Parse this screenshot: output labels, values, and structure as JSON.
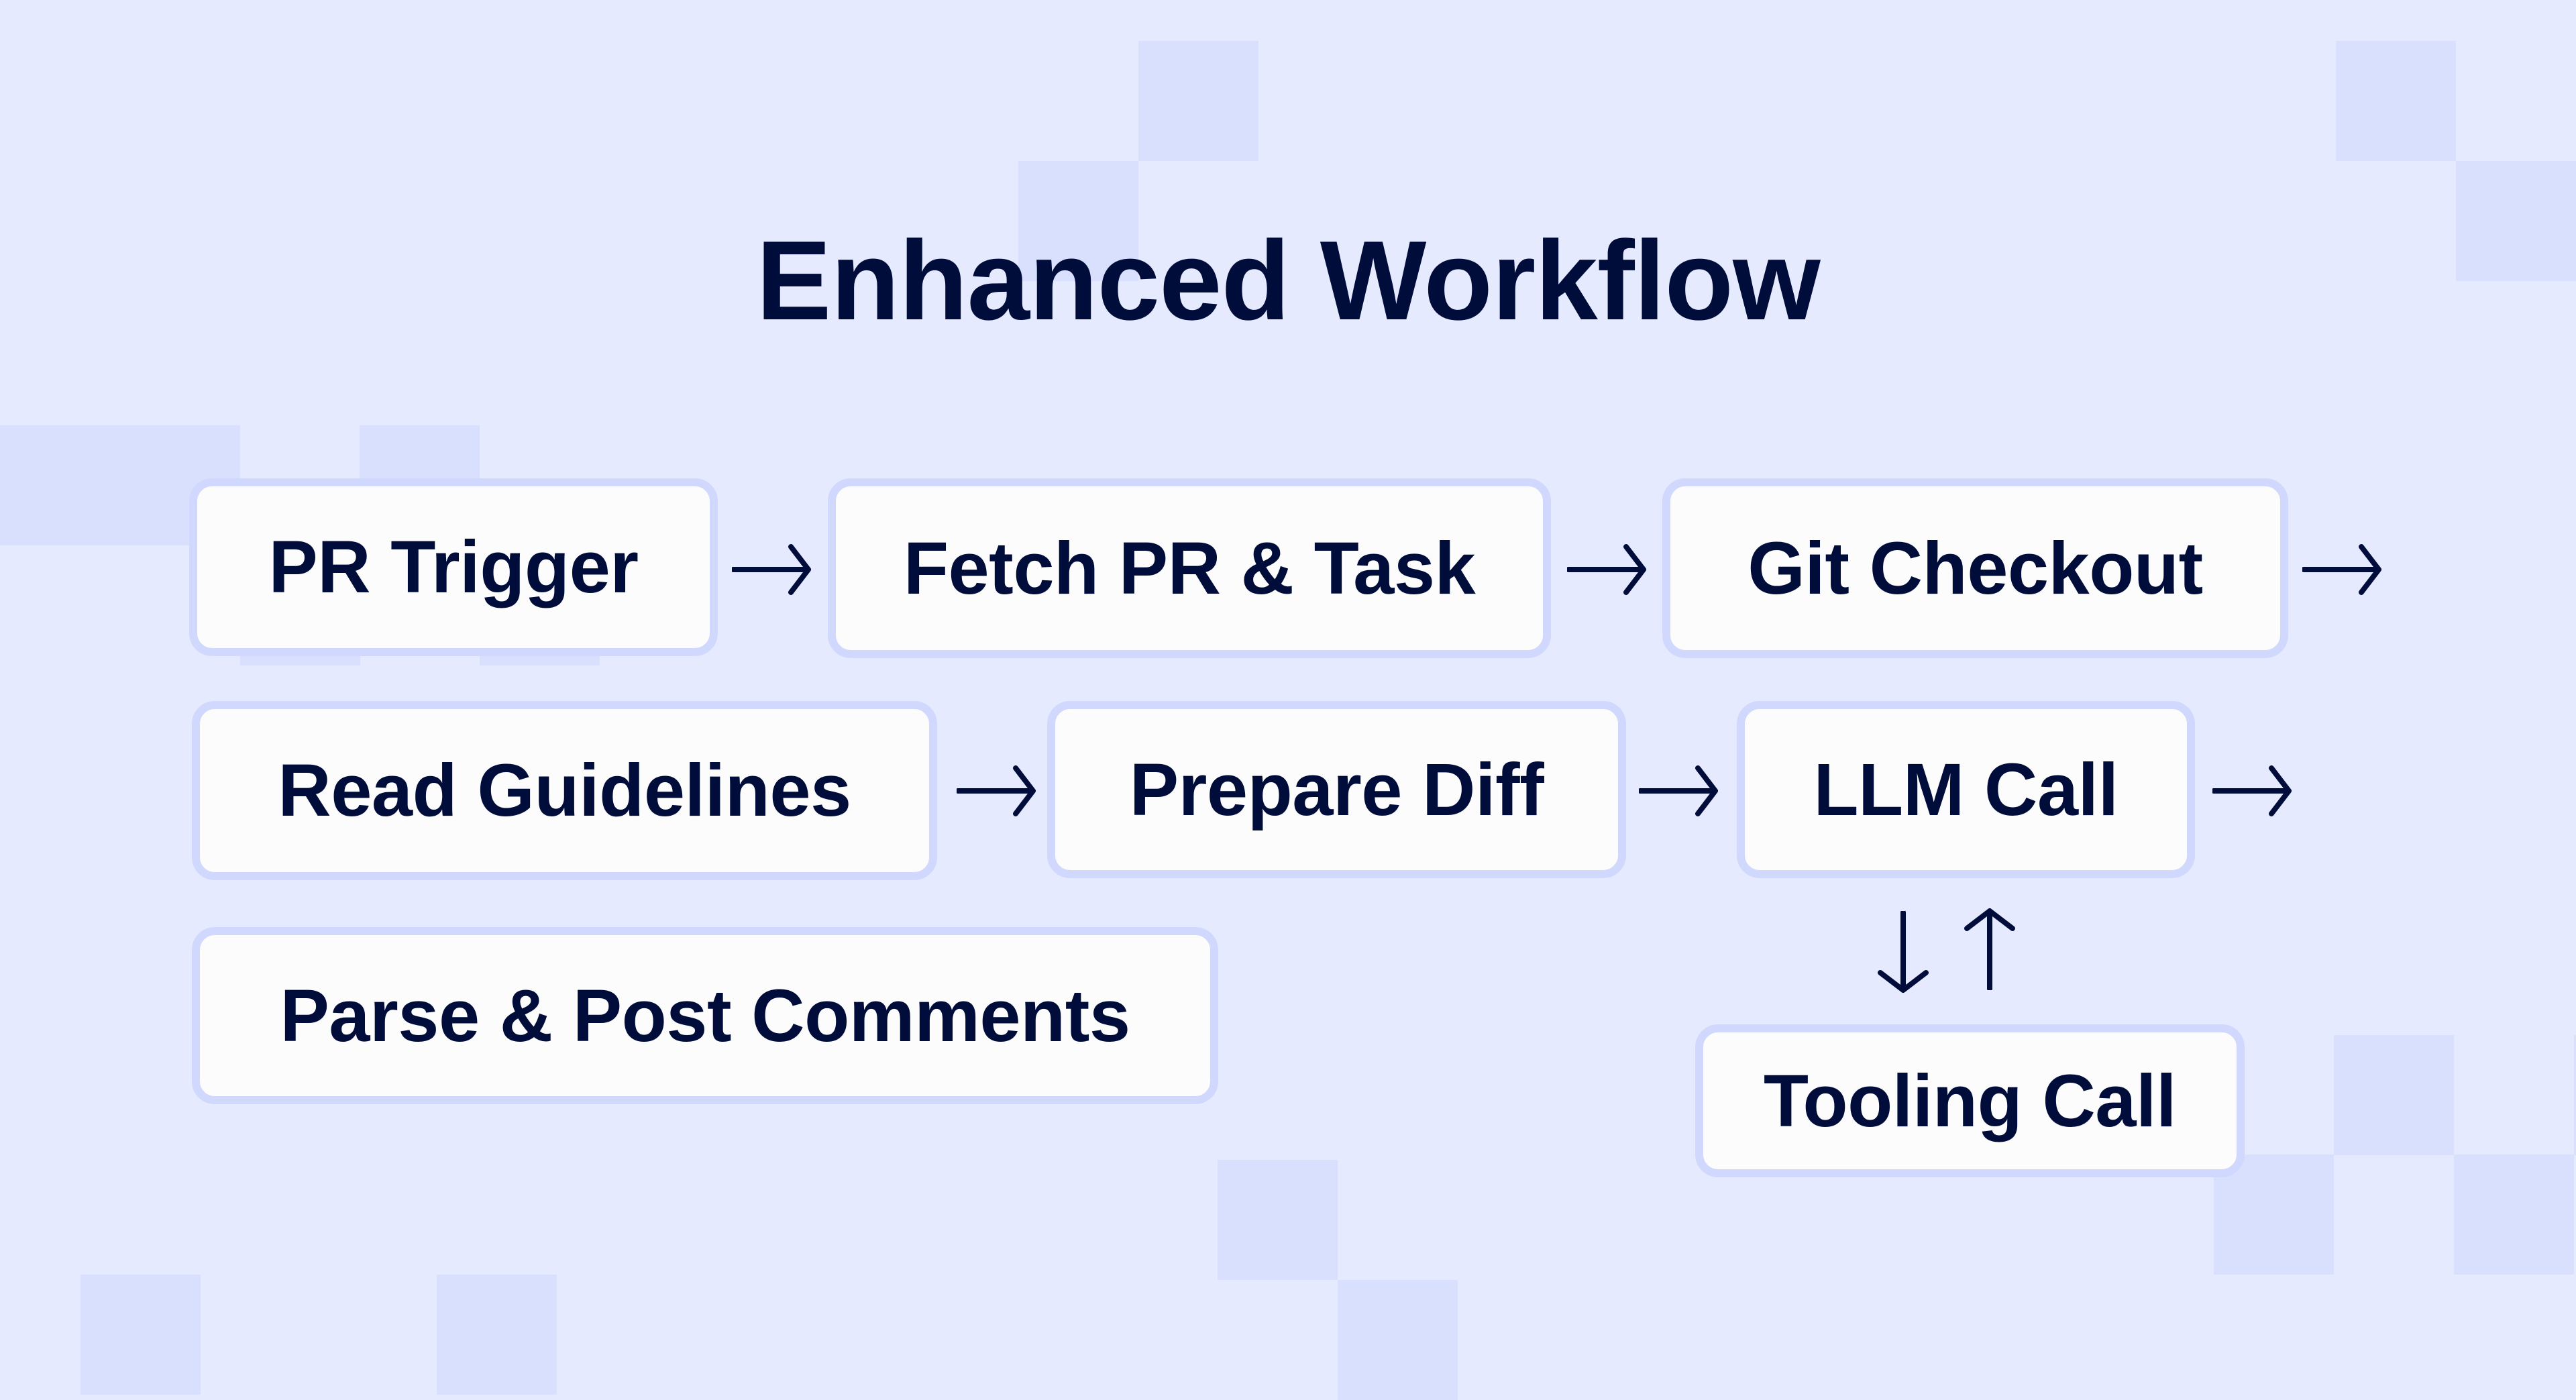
{
  "title": "Enhanced Workflow",
  "colors": {
    "background": "#e6eaff",
    "checker_square": "#d9e0fd",
    "node_fill": "#fcfcfd",
    "node_border": "#d0d9fd",
    "text": "#000d3a"
  },
  "nodes": [
    {
      "id": "pr-trigger",
      "label": "PR Trigger"
    },
    {
      "id": "fetch-pr-task",
      "label": "Fetch PR & Task"
    },
    {
      "id": "git-checkout",
      "label": "Git Checkout"
    },
    {
      "id": "read-guidelines",
      "label": "Read Guidelines"
    },
    {
      "id": "prepare-diff",
      "label": "Prepare Diff"
    },
    {
      "id": "llm-call",
      "label": "LLM Call"
    },
    {
      "id": "tooling-call",
      "label": "Tooling Call"
    },
    {
      "id": "parse-post-comments",
      "label": "Parse & Post Comments"
    }
  ],
  "edges": [
    {
      "from": "PR Trigger",
      "to": "Fetch PR & Task",
      "glyph": "→"
    },
    {
      "from": "Fetch PR & Task",
      "to": "Git Checkout",
      "glyph": "→"
    },
    {
      "from": "Git Checkout",
      "to": "Read Guidelines",
      "glyph": "→"
    },
    {
      "from": "Read Guidelines",
      "to": "Prepare Diff",
      "glyph": "→"
    },
    {
      "from": "Prepare Diff",
      "to": "LLM Call",
      "glyph": "→"
    },
    {
      "from": "LLM Call",
      "to": "Parse & Post Comments",
      "glyph": "→"
    },
    {
      "from": "LLM Call",
      "to": "Tooling Call",
      "glyph": "↓"
    },
    {
      "from": "Tooling Call",
      "to": "LLM Call",
      "glyph": "↑"
    }
  ]
}
